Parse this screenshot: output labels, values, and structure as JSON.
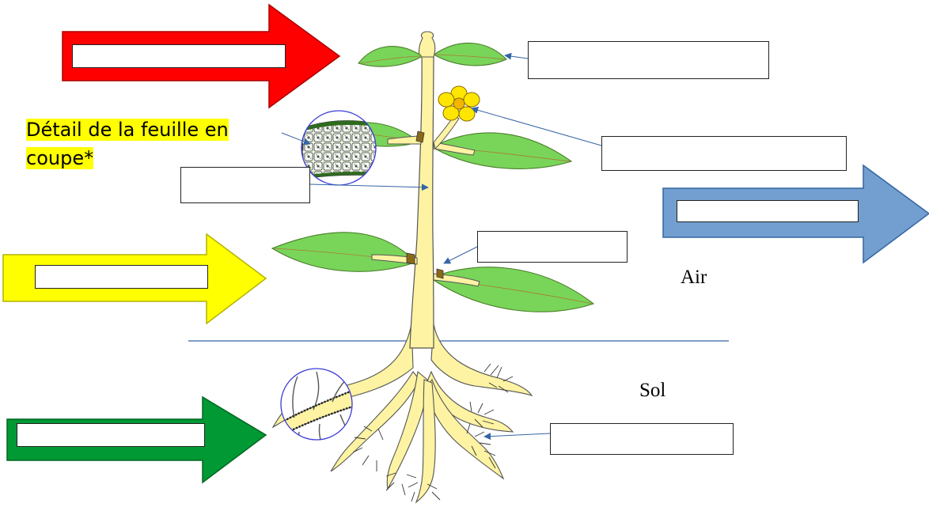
{
  "diagram": {
    "caption_line1": "Détail de la feuille en",
    "caption_line2": "coupe*",
    "label_air": "Air",
    "label_soil": "Sol",
    "colors": {
      "red_arrow": "#ff0000",
      "yellow_arrow": "#ffff00",
      "green_arrow": "#009933",
      "blue_arrow": "#729fcf",
      "leaf": "#79d559",
      "stem": "#fdf3a2",
      "flower": "#ffe600",
      "pointer": "#3465a4",
      "ground_line": "#3465a4",
      "highlight": "#ffff00"
    },
    "answer_boxes": [
      {
        "id": "top-leaf",
        "value": ""
      },
      {
        "id": "flower",
        "value": ""
      },
      {
        "id": "stem",
        "value": ""
      },
      {
        "id": "bud",
        "value": ""
      },
      {
        "id": "root-hairs",
        "value": ""
      },
      {
        "id": "red-arrow",
        "value": ""
      },
      {
        "id": "yellow-arrow",
        "value": ""
      },
      {
        "id": "green-arrow",
        "value": ""
      },
      {
        "id": "blue-arrow",
        "value": ""
      }
    ]
  }
}
